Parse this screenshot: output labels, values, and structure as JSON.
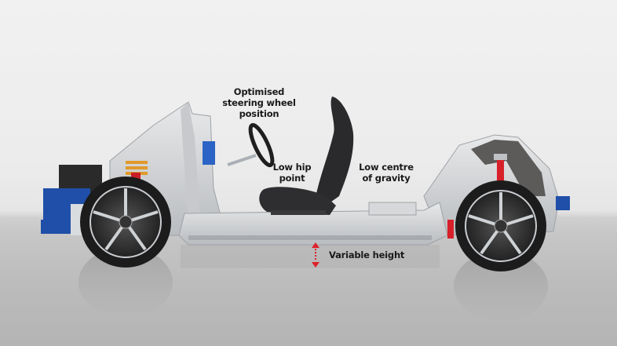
{
  "image": {
    "subject": "Car chassis platform side view with seat, steering wheel and wheels",
    "colors": {
      "background_wall": "#eeeeee",
      "floor": "#bdbdbd",
      "frame_silver": "#d4d6d8",
      "seat_black": "#2a2a2c",
      "tire_black": "#1c1c1c",
      "accent_blue": "#1f4fa8",
      "accent_red": "#d8202a",
      "spring_orange": "#e09a2a",
      "label_text": "#1a1a1a"
    }
  },
  "annotations": [
    {
      "id": "steering",
      "lines": [
        "Optimised",
        "steering wheel",
        "position"
      ]
    },
    {
      "id": "hip",
      "lines": [
        "Low hip",
        "point"
      ]
    },
    {
      "id": "gravity",
      "lines": [
        "Low centre",
        "of gravity"
      ]
    },
    {
      "id": "height",
      "lines": [
        "Variable height"
      ]
    }
  ],
  "height_arrow": {
    "icon": "double-headed-dotted-arrow-icon",
    "color": "#e0202a"
  }
}
